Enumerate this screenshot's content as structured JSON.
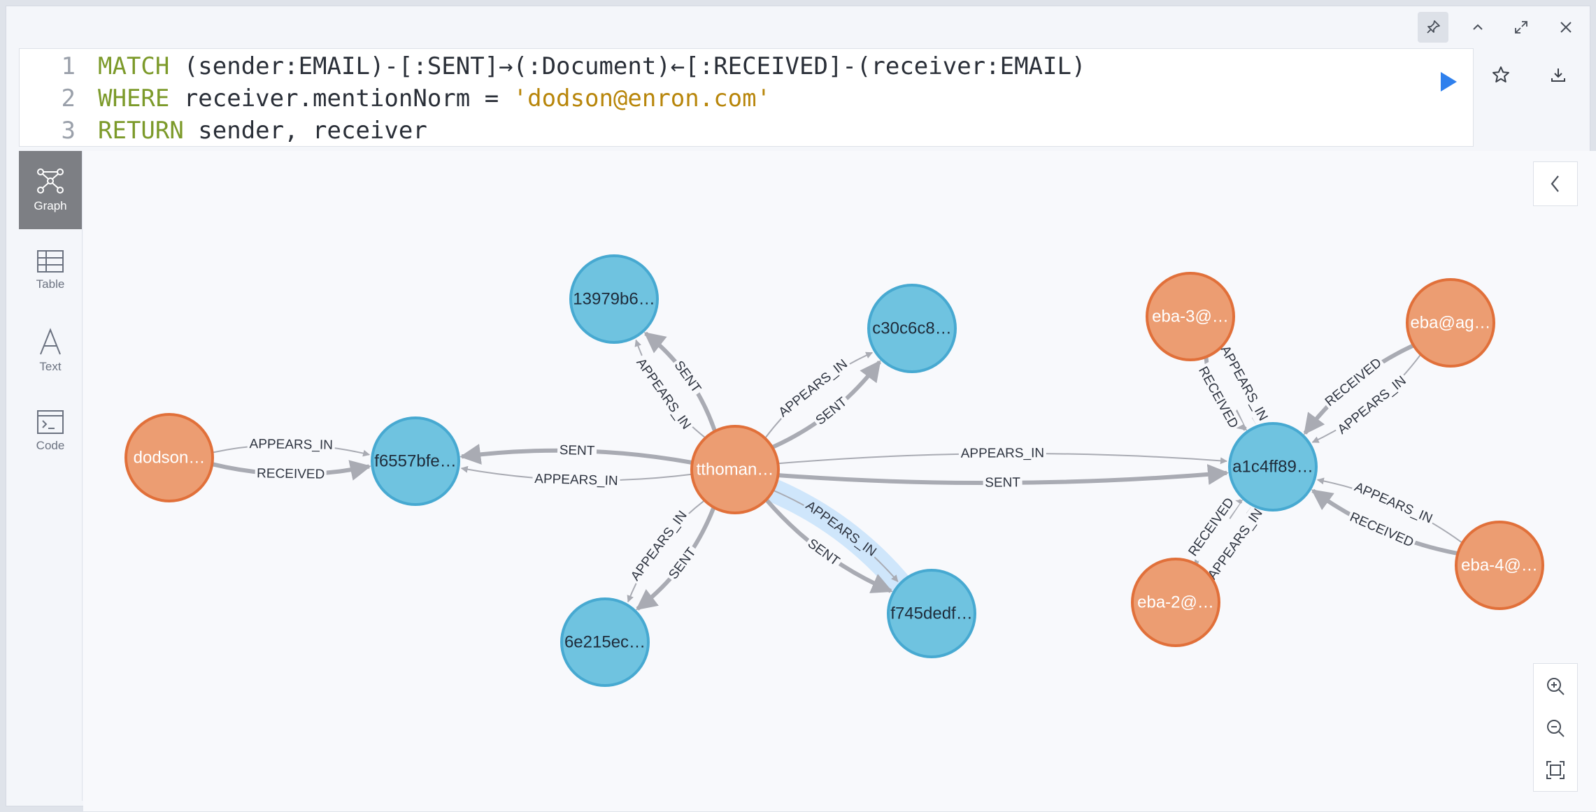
{
  "query": {
    "lines": [
      {
        "n": "1",
        "parts": [
          {
            "t": "kw",
            "v": "MATCH"
          },
          {
            "t": "pl",
            "v": " (sender:EMAIL)-[:SENT]→(:Document)←[:RECEIVED]-(receiver:EMAIL)"
          }
        ]
      },
      {
        "n": "2",
        "parts": [
          {
            "t": "kw",
            "v": "WHERE"
          },
          {
            "t": "pl",
            "v": " receiver.mentionNorm = "
          },
          {
            "t": "str",
            "v": "'dodson@enron.com'"
          }
        ]
      },
      {
        "n": "3",
        "parts": [
          {
            "t": "kw",
            "v": "RETURN"
          },
          {
            "t": "pl",
            "v": " sender, receiver"
          }
        ]
      }
    ]
  },
  "toolbar": {
    "icons": [
      "pin-icon",
      "chevron-up-icon",
      "expand-icon",
      "close-icon"
    ],
    "actions": [
      "play-icon",
      "star-icon",
      "download-icon"
    ]
  },
  "sidebar": {
    "items": [
      {
        "label": "Graph",
        "icon": "graph-icon",
        "active": true
      },
      {
        "label": "Table",
        "icon": "table-icon",
        "active": false
      },
      {
        "label": "Text",
        "icon": "text-icon",
        "active": false
      },
      {
        "label": "Code",
        "icon": "code-icon",
        "active": false
      }
    ]
  },
  "colors": {
    "email_fill": "#ec9d72",
    "email_stroke": "#e1703a",
    "doc_fill": "#6fc3e0",
    "doc_stroke": "#47a9d1",
    "edge": "#a9abb3",
    "highlight": "#cfe6fb",
    "play": "#2f80ed"
  },
  "graph": {
    "nodes": [
      {
        "id": "dodson",
        "label": "dodson…",
        "type": "EMAIL"
      },
      {
        "id": "f6557",
        "label": "f6557bfe…",
        "type": "Document"
      },
      {
        "id": "tthoman",
        "label": "tthoman…",
        "type": "EMAIL"
      },
      {
        "id": "13979",
        "label": "13979b6…",
        "type": "Document"
      },
      {
        "id": "c30c6",
        "label": "c30c6c8…",
        "type": "Document"
      },
      {
        "id": "6e215",
        "label": "6e215ec…",
        "type": "Document"
      },
      {
        "id": "f745d",
        "label": "f745dedf…",
        "type": "Document"
      },
      {
        "id": "a1c4f",
        "label": "a1c4ff89…",
        "type": "Document"
      },
      {
        "id": "eba3",
        "label": "eba-3@…",
        "type": "EMAIL"
      },
      {
        "id": "ebaag",
        "label": "eba@ag…",
        "type": "EMAIL"
      },
      {
        "id": "eba2",
        "label": "eba-2@…",
        "type": "EMAIL"
      },
      {
        "id": "eba4",
        "label": "eba-4@…",
        "type": "EMAIL"
      }
    ],
    "edges": [
      {
        "from": "dodson",
        "to": "f6557",
        "type": "RECEIVED"
      },
      {
        "from": "dodson",
        "to": "f6557",
        "type": "APPEARS_IN"
      },
      {
        "from": "tthoman",
        "to": "f6557",
        "type": "SENT"
      },
      {
        "from": "tthoman",
        "to": "f6557",
        "type": "APPEARS_IN"
      },
      {
        "from": "tthoman",
        "to": "13979",
        "type": "SENT"
      },
      {
        "from": "tthoman",
        "to": "13979",
        "type": "APPEARS_IN"
      },
      {
        "from": "tthoman",
        "to": "c30c6",
        "type": "SENT"
      },
      {
        "from": "tthoman",
        "to": "c30c6",
        "type": "APPEARS_IN"
      },
      {
        "from": "tthoman",
        "to": "a1c4f",
        "type": "SENT"
      },
      {
        "from": "tthoman",
        "to": "a1c4f",
        "type": "APPEARS_IN"
      },
      {
        "from": "tthoman",
        "to": "6e215",
        "type": "APPEARS_IN"
      },
      {
        "from": "tthoman",
        "to": "6e215",
        "type": "SENT"
      },
      {
        "from": "tthoman",
        "to": "f745d",
        "type": "APPEARS_IN",
        "highlighted": true
      },
      {
        "from": "tthoman",
        "to": "f745d",
        "type": "SENT"
      },
      {
        "from": "eba3",
        "to": "a1c4f",
        "type": "RECEIVED"
      },
      {
        "from": "eba3",
        "to": "a1c4f",
        "type": "APPEARS_IN"
      },
      {
        "from": "ebaag",
        "to": "a1c4f",
        "type": "RECEIVED"
      },
      {
        "from": "ebaag",
        "to": "a1c4f",
        "type": "APPEARS_IN"
      },
      {
        "from": "eba2",
        "to": "a1c4f",
        "type": "APPEARS_IN"
      },
      {
        "from": "eba2",
        "to": "a1c4f",
        "type": "RECEIVED"
      },
      {
        "from": "eba4",
        "to": "a1c4f",
        "type": "APPEARS_IN"
      },
      {
        "from": "eba4",
        "to": "a1c4f",
        "type": "RECEIVED"
      }
    ]
  },
  "zoom": {
    "icons": [
      "zoom-in-icon",
      "zoom-out-icon",
      "fit-icon"
    ]
  }
}
